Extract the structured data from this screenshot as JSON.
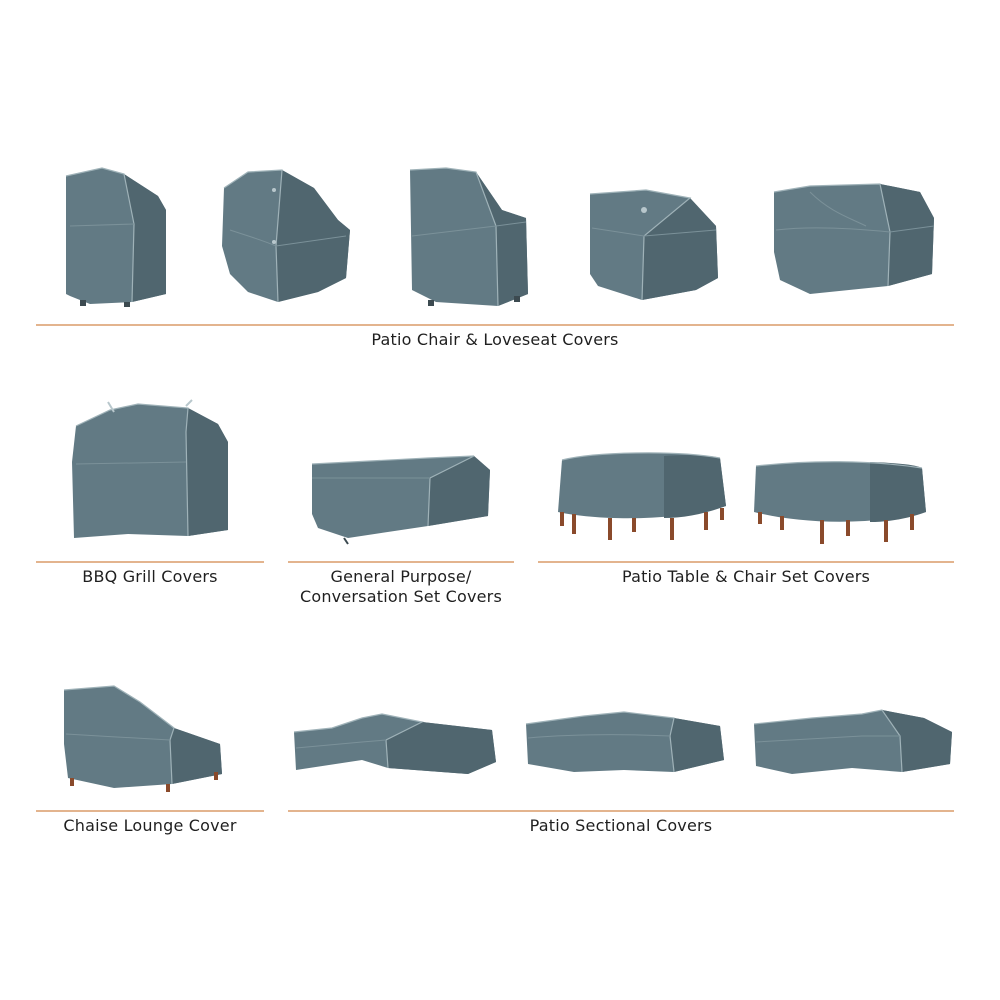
{
  "colors": {
    "cover_fill": "#627a84",
    "cover_shade": "#50666f",
    "cover_highlight": "#7b9199",
    "cover_seam": "#9fb2b8",
    "wood_legs": "#8a4a2b",
    "divider_line": "#e3b48e",
    "caption_text": "#1f1f1f"
  },
  "sections": {
    "patio_chair_loveseat": {
      "label": "Patio Chair & Loveseat Covers"
    },
    "bbq_grill": {
      "label": "BBQ Grill Covers"
    },
    "general_purpose": {
      "label_line1": "General Purpose/",
      "label_line2": "Conversation Set Covers"
    },
    "patio_table_chair_set": {
      "label": "Patio Table & Chair Set Covers"
    },
    "chaise_lounge": {
      "label": "Chaise Lounge Cover"
    },
    "patio_sectional": {
      "label": "Patio Sectional Covers"
    }
  }
}
